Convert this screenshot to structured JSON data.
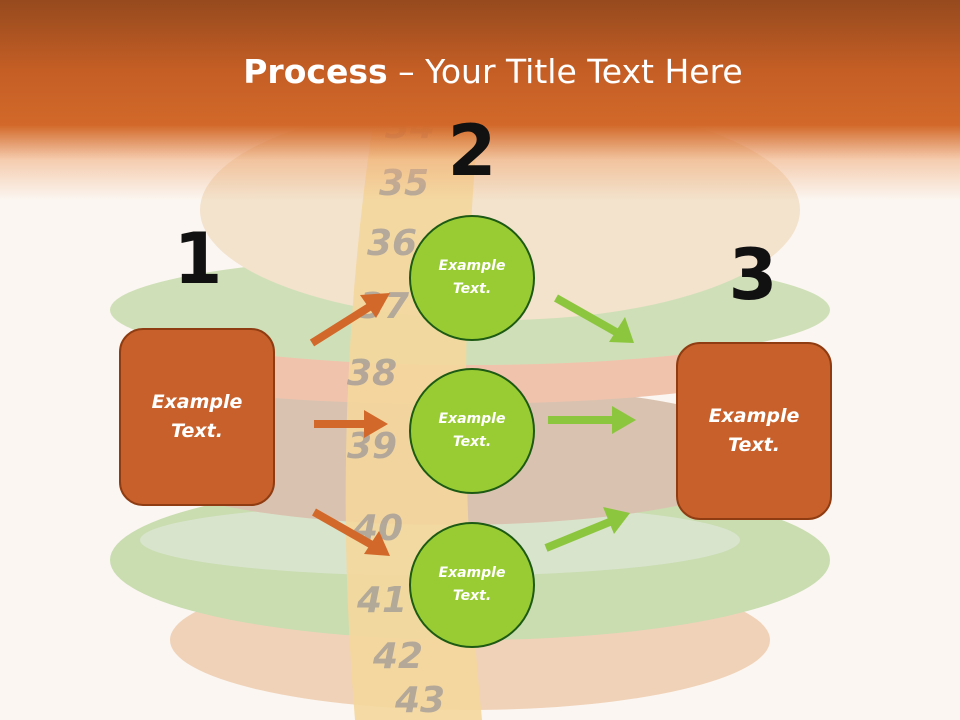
{
  "title": {
    "bold": "Process",
    "rest": " – Your Title Text Here"
  },
  "tape_numbers": [
    "34",
    "35",
    "36",
    "37",
    "38",
    "39",
    "40",
    "41",
    "42",
    "43"
  ],
  "steps": [
    {
      "number": "1",
      "label": "Example Text."
    },
    {
      "number": "2",
      "items": [
        "Example Text.",
        "Example Text.",
        "Example Text."
      ]
    },
    {
      "number": "3",
      "label": "Example Text."
    }
  ],
  "colors": {
    "title_band": "#d2692a",
    "box_fill": "#c7602a",
    "circle_fill": "#99cc33",
    "orange_arrow": "#d2692a",
    "green_arrow": "#8cc63f"
  }
}
